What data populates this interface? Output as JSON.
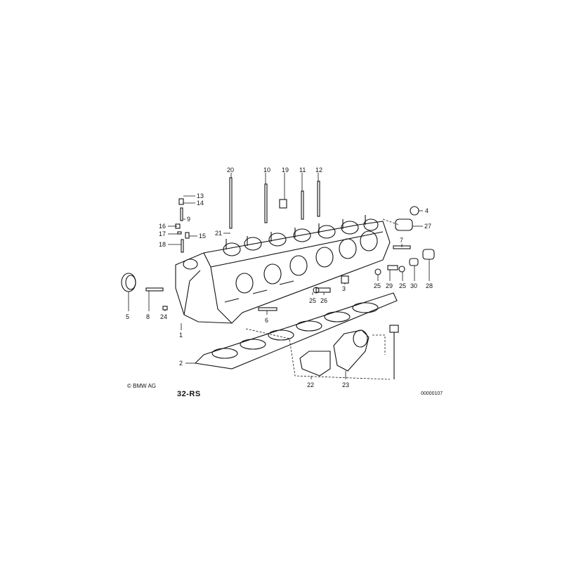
{
  "diagram": {
    "callouts": [
      "20",
      "10",
      "19",
      "11",
      "12",
      "13",
      "14",
      "9",
      "16",
      "17",
      "15",
      "18",
      "21",
      "4",
      "27",
      "7",
      "5",
      "8",
      "24",
      "1",
      "3",
      "25",
      "26",
      "6",
      "25",
      "29",
      "25",
      "30",
      "28",
      "2",
      "22",
      "23"
    ]
  },
  "footer": {
    "copyright": "© BMW AG",
    "section": "32-RS",
    "reference": "00000107"
  }
}
